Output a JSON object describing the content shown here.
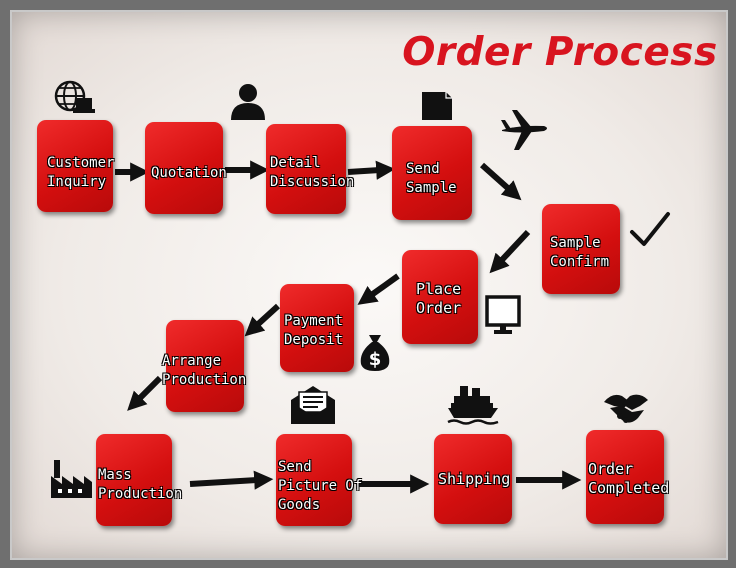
{
  "title": "Order Process",
  "colors": {
    "box_red": "#d8141f",
    "arrow": "#111111",
    "title_red": "#d8141f"
  },
  "steps": [
    {
      "id": "customer-inquiry",
      "label": "Customer\nInquiry",
      "icon": "globe-laptop-icon"
    },
    {
      "id": "quotation",
      "label": "Quotation",
      "icon": ""
    },
    {
      "id": "detail-discussion",
      "label": "Detail\nDiscussion",
      "icon": "person-icon"
    },
    {
      "id": "send-sample",
      "label": "Send\nSample",
      "icon": "box-icon"
    },
    {
      "id": "sample-confirm",
      "label": "Sample\nConfirm",
      "icon": "checkmark-icon"
    },
    {
      "id": "place-order",
      "label": "Place\nOrder",
      "icon": "monitor-icon"
    },
    {
      "id": "payment-deposit",
      "label": "Payment\nDeposit",
      "icon": "money-bag-icon"
    },
    {
      "id": "arrange-production",
      "label": "Arrange\nProduction",
      "icon": ""
    },
    {
      "id": "mass-production",
      "label": "Mass\nProduction",
      "icon": "factory-icon"
    },
    {
      "id": "send-picture-of-goods",
      "label": "Send\nPicture Of\nGoods",
      "icon": "envelope-icon"
    },
    {
      "id": "shipping",
      "label": "Shipping",
      "icon": "ship-icon"
    },
    {
      "id": "order-completed",
      "label": "Order\nCompleted",
      "icon": "handshake-icon"
    }
  ],
  "edges": [
    [
      "customer-inquiry",
      "quotation"
    ],
    [
      "quotation",
      "detail-discussion"
    ],
    [
      "detail-discussion",
      "send-sample"
    ],
    [
      "send-sample",
      "sample-confirm"
    ],
    [
      "sample-confirm",
      "place-order"
    ],
    [
      "place-order",
      "payment-deposit"
    ],
    [
      "payment-deposit",
      "arrange-production"
    ],
    [
      "arrange-production",
      "mass-production"
    ],
    [
      "mass-production",
      "send-picture-of-goods"
    ],
    [
      "send-picture-of-goods",
      "shipping"
    ],
    [
      "shipping",
      "order-completed"
    ]
  ],
  "misc_icons": [
    "airplane-icon"
  ]
}
